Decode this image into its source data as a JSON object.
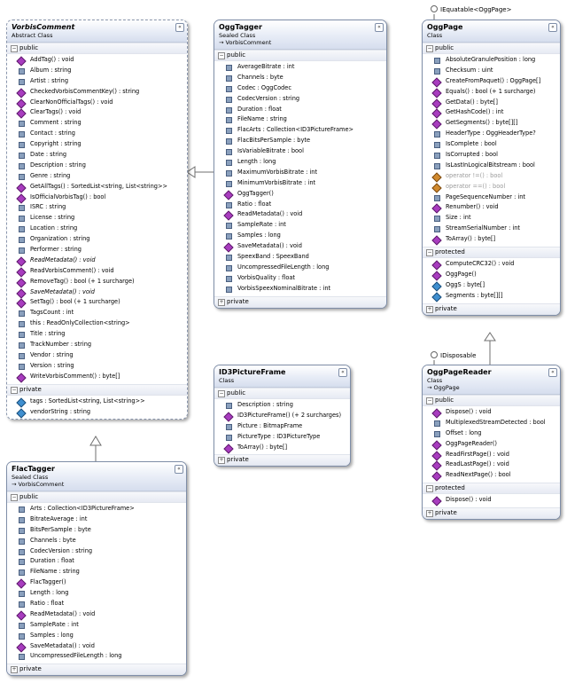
{
  "classes": [
    {
      "id": "vorbiscomment",
      "name": "VorbisComment",
      "kind": "Abstract Class",
      "base": "",
      "abstract": true,
      "sections": [
        {
          "label": "public",
          "items": [
            {
              "text": "AddTag() : void",
              "icon": "meth"
            },
            {
              "text": "Album : string",
              "icon": "prop"
            },
            {
              "text": "Artist : string",
              "icon": "prop"
            },
            {
              "text": "CheckedVorbisCommentKey() : string",
              "icon": "meth"
            },
            {
              "text": "ClearNonOfficialTags() : void",
              "icon": "meth"
            },
            {
              "text": "ClearTags() : void",
              "icon": "meth"
            },
            {
              "text": "Comment : string",
              "icon": "prop"
            },
            {
              "text": "Contact : string",
              "icon": "prop"
            },
            {
              "text": "Copyright : string",
              "icon": "prop"
            },
            {
              "text": "Date : string",
              "icon": "prop"
            },
            {
              "text": "Description : string",
              "icon": "prop"
            },
            {
              "text": "Genre : string",
              "icon": "prop"
            },
            {
              "text": "GetAllTags() : SortedList<string, List<string>>",
              "icon": "meth"
            },
            {
              "text": "IsOfficialVorbisTag() : bool",
              "icon": "meth"
            },
            {
              "text": "ISRC : string",
              "icon": "prop"
            },
            {
              "text": "License : string",
              "icon": "prop"
            },
            {
              "text": "Location : string",
              "icon": "prop"
            },
            {
              "text": "Organization : string",
              "icon": "prop"
            },
            {
              "text": "Performer : string",
              "icon": "prop"
            },
            {
              "text": "ReadMetadata() : void",
              "icon": "meth",
              "italic": true
            },
            {
              "text": "ReadVorbisComment() : void",
              "icon": "meth"
            },
            {
              "text": "RemoveTag() : bool (+ 1 surcharge)",
              "icon": "meth"
            },
            {
              "text": "SaveMetadata() : void",
              "icon": "meth",
              "italic": true
            },
            {
              "text": "SetTag() : bool (+ 1 surcharge)",
              "icon": "meth"
            },
            {
              "text": "TagsCount : int",
              "icon": "prop"
            },
            {
              "text": "this : ReadOnlyCollection<string>",
              "icon": "prop"
            },
            {
              "text": "Title : string",
              "icon": "prop"
            },
            {
              "text": "TrackNumber : string",
              "icon": "prop"
            },
            {
              "text": "Vendor : string",
              "icon": "prop"
            },
            {
              "text": "Version : string",
              "icon": "prop"
            },
            {
              "text": "WriteVorbisComment() : byte[]",
              "icon": "meth"
            }
          ]
        },
        {
          "label": "private",
          "items": [
            {
              "text": "tags : SortedList<string, List<string>>",
              "icon": "field"
            },
            {
              "text": "vendorString : string",
              "icon": "field"
            }
          ]
        }
      ]
    },
    {
      "id": "flactagger",
      "name": "FlacTagger",
      "kind": "Sealed Class",
      "base": "→ VorbisComment",
      "sections": [
        {
          "label": "public",
          "items": [
            {
              "text": "Arts : Collection<ID3PictureFrame>",
              "icon": "prop"
            },
            {
              "text": "BitrateAverage : int",
              "icon": "prop"
            },
            {
              "text": "BitsPerSample : byte",
              "icon": "prop"
            },
            {
              "text": "Channels : byte",
              "icon": "prop"
            },
            {
              "text": "CodecVersion : string",
              "icon": "prop"
            },
            {
              "text": "Duration : float",
              "icon": "prop"
            },
            {
              "text": "FileName : string",
              "icon": "prop"
            },
            {
              "text": "FlacTagger()",
              "icon": "ctor"
            },
            {
              "text": "Length : long",
              "icon": "prop"
            },
            {
              "text": "Ratio : float",
              "icon": "prop"
            },
            {
              "text": "ReadMetadata() : void",
              "icon": "meth"
            },
            {
              "text": "SampleRate : int",
              "icon": "prop"
            },
            {
              "text": "Samples : long",
              "icon": "prop"
            },
            {
              "text": "SaveMetadata() : void",
              "icon": "meth"
            },
            {
              "text": "UncompressedFileLength : long",
              "icon": "prop"
            }
          ]
        },
        {
          "label": "private",
          "collapsed": true,
          "items": []
        }
      ]
    },
    {
      "id": "oggtagger",
      "name": "OggTagger",
      "kind": "Sealed Class",
      "base": "→ VorbisComment",
      "sections": [
        {
          "label": "public",
          "items": [
            {
              "text": "AverageBitrate : int",
              "icon": "prop"
            },
            {
              "text": "Channels : byte",
              "icon": "prop"
            },
            {
              "text": "Codec : OggCodec",
              "icon": "prop"
            },
            {
              "text": "CodecVersion : string",
              "icon": "prop"
            },
            {
              "text": "Duration : float",
              "icon": "prop"
            },
            {
              "text": "FileName : string",
              "icon": "prop"
            },
            {
              "text": "FlacArts : Collection<ID3PictureFrame>",
              "icon": "prop"
            },
            {
              "text": "FlacBitsPerSample : byte",
              "icon": "prop"
            },
            {
              "text": "IsVariableBitrate : bool",
              "icon": "prop"
            },
            {
              "text": "Length : long",
              "icon": "prop"
            },
            {
              "text": "MaximumVorbisBitrate : int",
              "icon": "prop"
            },
            {
              "text": "MinimumVorbisBitrate : int",
              "icon": "prop"
            },
            {
              "text": "OggTagger()",
              "icon": "ctor"
            },
            {
              "text": "Ratio : float",
              "icon": "prop"
            },
            {
              "text": "ReadMetadata() : void",
              "icon": "meth"
            },
            {
              "text": "SampleRate : int",
              "icon": "prop"
            },
            {
              "text": "Samples : long",
              "icon": "prop"
            },
            {
              "text": "SaveMetadata() : void",
              "icon": "meth"
            },
            {
              "text": "SpeexBand : SpeexBand",
              "icon": "prop"
            },
            {
              "text": "UncompressedFileLength : long",
              "icon": "prop"
            },
            {
              "text": "VorbisQuality : float",
              "icon": "prop"
            },
            {
              "text": "VorbisSpeexNominalBitrate : int",
              "icon": "prop"
            }
          ]
        },
        {
          "label": "private",
          "collapsed": true,
          "items": []
        }
      ]
    },
    {
      "id": "id3pictureframe",
      "name": "ID3PictureFrame",
      "kind": "Class",
      "base": "",
      "sections": [
        {
          "label": "public",
          "items": [
            {
              "text": "Description : string",
              "icon": "prop"
            },
            {
              "text": "ID3PictureFrame() (+ 2 surcharges)",
              "icon": "ctor"
            },
            {
              "text": "Picture : BitmapFrame",
              "icon": "prop"
            },
            {
              "text": "PictureType : ID3PictureType",
              "icon": "prop"
            },
            {
              "text": "ToArray() : byte[]",
              "icon": "meth"
            }
          ]
        },
        {
          "label": "private",
          "collapsed": true,
          "items": []
        }
      ]
    },
    {
      "id": "oggpage",
      "name": "OggPage",
      "kind": "Class",
      "base": "",
      "sections": [
        {
          "label": "public",
          "items": [
            {
              "text": "AbsoluteGranulePosition : long",
              "icon": "prop"
            },
            {
              "text": "Checksum : uint",
              "icon": "prop"
            },
            {
              "text": "CreateFromPaquet() : OggPage[]",
              "icon": "meth"
            },
            {
              "text": "Equals() : bool (+ 1 surcharge)",
              "icon": "meth"
            },
            {
              "text": "GetData() : byte[]",
              "icon": "meth"
            },
            {
              "text": "GetHashCode() : int",
              "icon": "meth"
            },
            {
              "text": "GetSegments() : byte[][]",
              "icon": "meth"
            },
            {
              "text": "HeaderType : OggHeaderType?",
              "icon": "prop"
            },
            {
              "text": "IsComplete : bool",
              "icon": "prop"
            },
            {
              "text": "IsCorrupted : bool",
              "icon": "prop"
            },
            {
              "text": "IsLastInLogicalBitstream : bool",
              "icon": "prop"
            },
            {
              "text": "operator !=() : bool",
              "icon": "op",
              "gray": true
            },
            {
              "text": "operator ==() : bool",
              "icon": "op",
              "gray": true
            },
            {
              "text": "PageSequenceNumber : int",
              "icon": "prop"
            },
            {
              "text": "Renumber() : void",
              "icon": "meth"
            },
            {
              "text": "Size : int",
              "icon": "prop"
            },
            {
              "text": "StreamSerialNumber : int",
              "icon": "prop"
            },
            {
              "text": "ToArray() : byte[]",
              "icon": "meth"
            }
          ]
        },
        {
          "label": "protected",
          "items": [
            {
              "text": "ComputeCRC32() : void",
              "icon": "meth"
            },
            {
              "text": "OggPage()",
              "icon": "ctor"
            },
            {
              "text": "OggS : byte[]",
              "icon": "field"
            },
            {
              "text": "Segments : byte[][]",
              "icon": "field"
            }
          ]
        },
        {
          "label": "private",
          "collapsed": true,
          "items": []
        }
      ]
    },
    {
      "id": "oggpagereader",
      "name": "OggPageReader",
      "kind": "Class",
      "base": "→ OggPage",
      "sections": [
        {
          "label": "public",
          "items": [
            {
              "text": "Dispose() : void",
              "icon": "meth"
            },
            {
              "text": "MultiplexedStreamDetected : bool",
              "icon": "prop"
            },
            {
              "text": "Offset : long",
              "icon": "prop"
            },
            {
              "text": "OggPageReader()",
              "icon": "ctor"
            },
            {
              "text": "ReadFirstPage() : void",
              "icon": "meth"
            },
            {
              "text": "ReadLastPage() : void",
              "icon": "meth"
            },
            {
              "text": "ReadNextPage() : bool",
              "icon": "meth"
            }
          ]
        },
        {
          "label": "protected",
          "items": [
            {
              "text": "Dispose() : void",
              "icon": "meth"
            }
          ]
        },
        {
          "label": "private",
          "collapsed": true,
          "items": []
        }
      ]
    }
  ],
  "interfaces": {
    "oggpage": "IEquatable<OggPage>",
    "oggpagereader": "IDisposable"
  },
  "ui": {
    "collapse_glyph": "«",
    "toggle_open": "−",
    "toggle_closed": "+"
  }
}
